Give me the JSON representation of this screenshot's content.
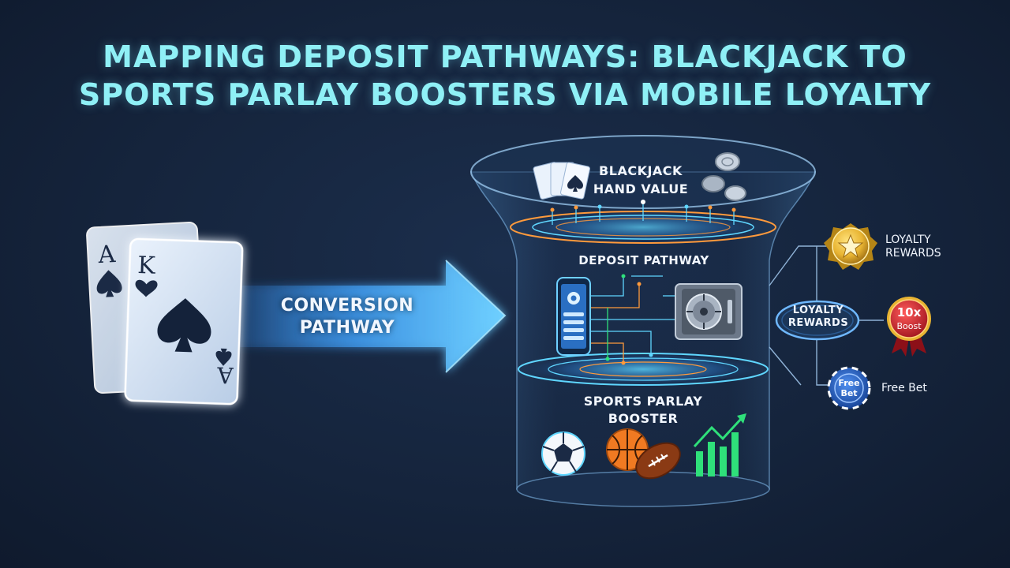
{
  "title": {
    "line1": "MAPPING DEPOSIT PATHWAYS: BLACKJACK TO",
    "line2": "SPORTS PARLAY BOOSTERS VIA MOBILE LOYALTY"
  },
  "cards": {
    "back_rank": "A",
    "front_rank": "K",
    "front_rank_bottom": "A",
    "suit_icon": "spade-icon"
  },
  "arrow": {
    "line1": "CONVERSION",
    "line2": "PATHWAY"
  },
  "funnel": {
    "top_line1": "BLACKJACK",
    "top_line2": "HAND VALUE",
    "middle": "DEPOSIT PATHWAY",
    "bottom_line1": "SPORTS PARLAY",
    "bottom_line2": "BOOSTER"
  },
  "hub": {
    "line1": "LOYALTY",
    "line2": "REWARDS"
  },
  "rewards": {
    "loyalty_line1": "LOYALTY",
    "loyalty_line2": "REWARDS",
    "boost_line1": "10x",
    "boost_line2": "Boost",
    "chip_line1": "Free",
    "chip_line2": "Bet",
    "freebet_label": "Free Bet"
  },
  "colors": {
    "background": "#15243c",
    "title": "#8ff0f6",
    "glow": "#4fc3ff",
    "accent_orange": "#ff9a3c",
    "boost_red": "#c8202b",
    "gold": "#e8b432",
    "chip_blue": "#1f5fc8",
    "growth_green": "#2fe07a"
  }
}
